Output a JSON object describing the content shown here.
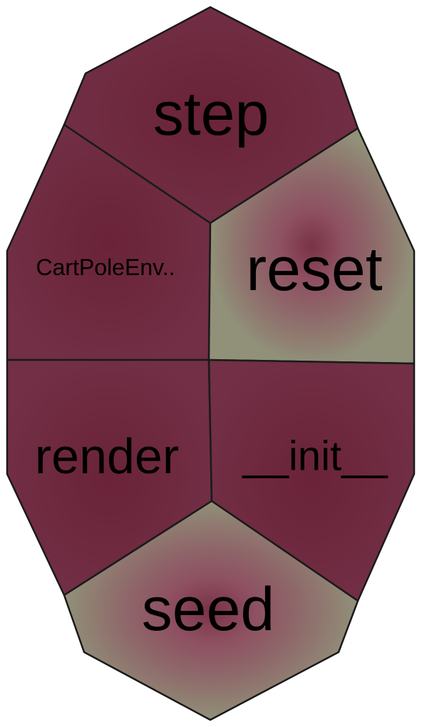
{
  "colors": {
    "primary": "#722f45",
    "primary_center": "#6a2338",
    "highlight": "#919179",
    "highlight_center": "#7a3246",
    "outline": "#1a1a1a"
  },
  "cells": [
    {
      "id": "step",
      "label": "step",
      "highlight": false
    },
    {
      "id": "cartpoleenv",
      "label": "CartPoleEnv..",
      "highlight": false
    },
    {
      "id": "reset",
      "label": "reset",
      "highlight": true
    },
    {
      "id": "render",
      "label": "render",
      "highlight": false
    },
    {
      "id": "init",
      "label": "__init__",
      "highlight": false
    },
    {
      "id": "seed",
      "label": "seed",
      "highlight": true
    }
  ]
}
